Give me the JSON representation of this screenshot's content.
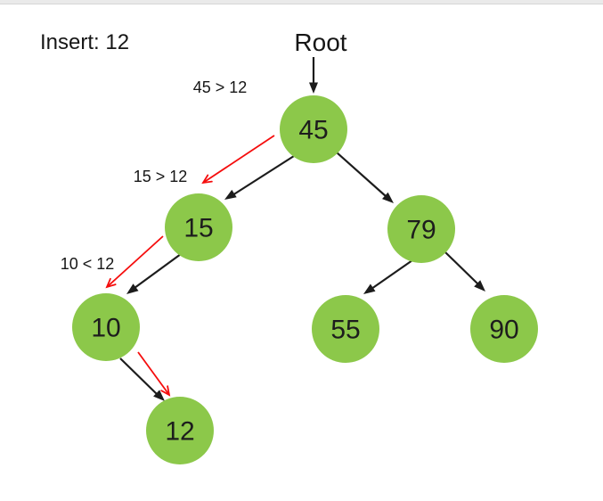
{
  "title": "Insert: 12",
  "page": {
    "background": "#ffffff",
    "top_strip_color": "#eaeaea",
    "top_strip_line_color": "#d6d6d6"
  },
  "diagram": {
    "root_label": "Root",
    "colors": {
      "node_fill": "#8cc84a",
      "node_text": "#1d1d1d",
      "edge": "#1c1c1c",
      "traversal_arrow": "#f50d0d",
      "label_text": "#161616"
    },
    "nodes": {
      "n45": "45",
      "n15": "15",
      "n79": "79",
      "n10": "10",
      "n55": "55",
      "n90": "90",
      "n12": "12"
    },
    "comparisons": {
      "c1": "45 > 12",
      "c2": "15 > 12",
      "c3": "10 < 12"
    },
    "structure": {
      "insert_value": "12",
      "edges": [
        {
          "from": "45",
          "to": "15"
        },
        {
          "from": "45",
          "to": "79"
        },
        {
          "from": "15",
          "to": "10"
        },
        {
          "from": "79",
          "to": "55"
        },
        {
          "from": "79",
          "to": "90"
        },
        {
          "from": "10",
          "to": "12"
        }
      ],
      "traversal_path": [
        "45",
        "15",
        "10",
        "12"
      ]
    }
  }
}
